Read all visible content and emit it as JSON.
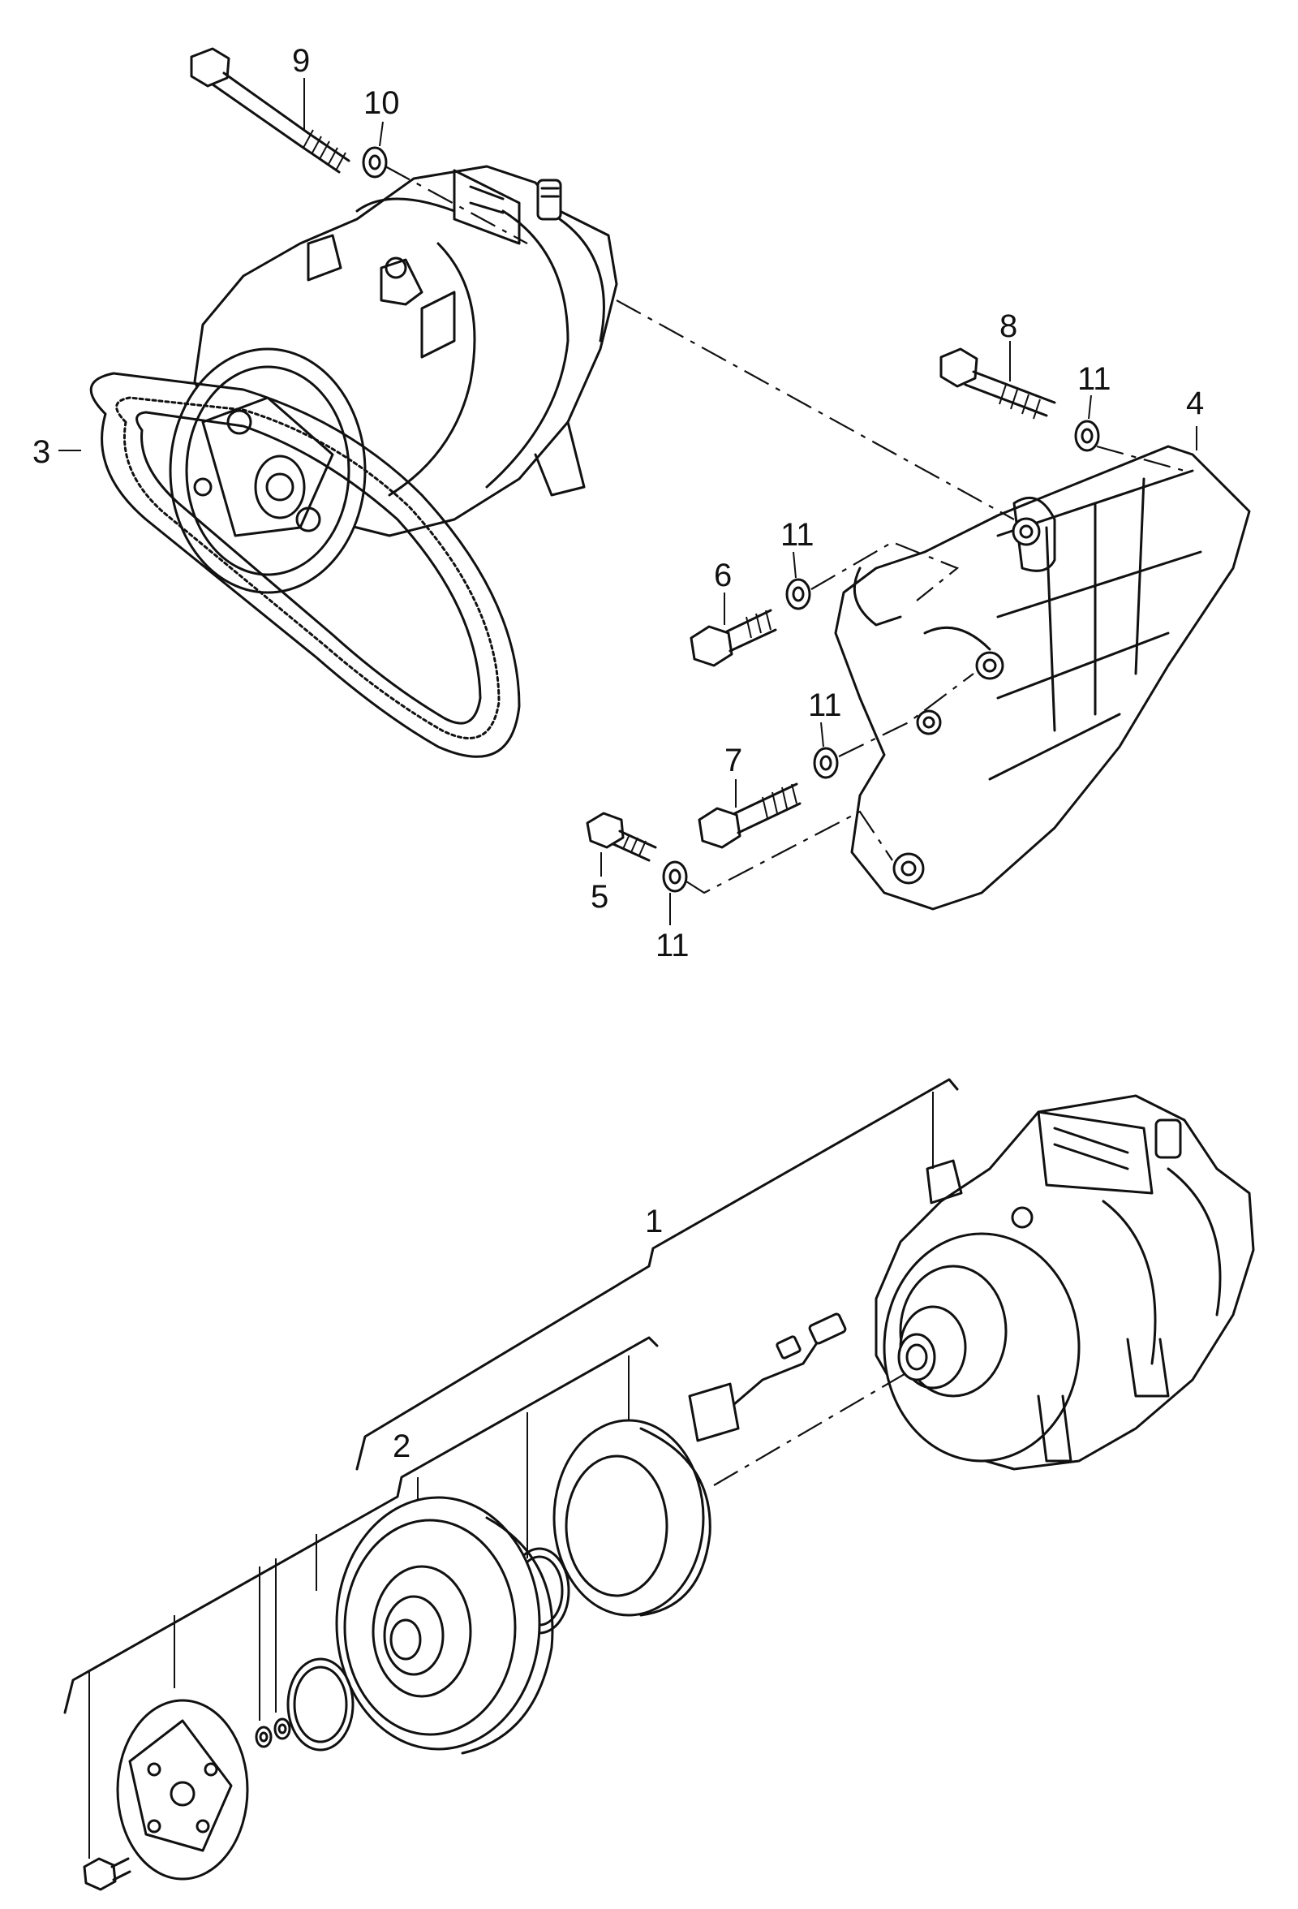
{
  "callouts": {
    "c1": "1",
    "c2": "2",
    "c3": "3",
    "c4": "4",
    "c5": "5",
    "c6": "6",
    "c7": "7",
    "c8": "8",
    "c9": "9",
    "c10": "10",
    "c11a": "11",
    "c11b": "11",
    "c11c": "11",
    "c11d": "11"
  },
  "colors": {
    "ink": "#111111",
    "paper": "#ffffff"
  }
}
